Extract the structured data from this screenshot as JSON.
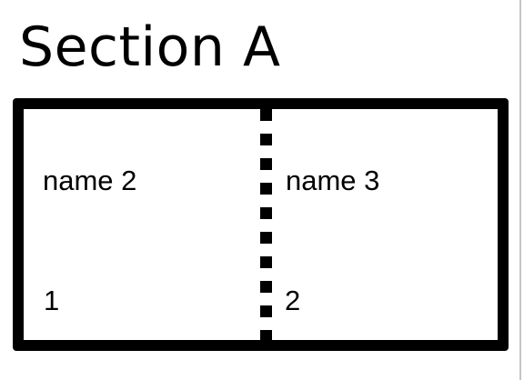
{
  "section": {
    "title": "Section A"
  },
  "table": {
    "headers": [
      "name 2",
      "name 3"
    ],
    "values": [
      "1",
      "2"
    ]
  }
}
